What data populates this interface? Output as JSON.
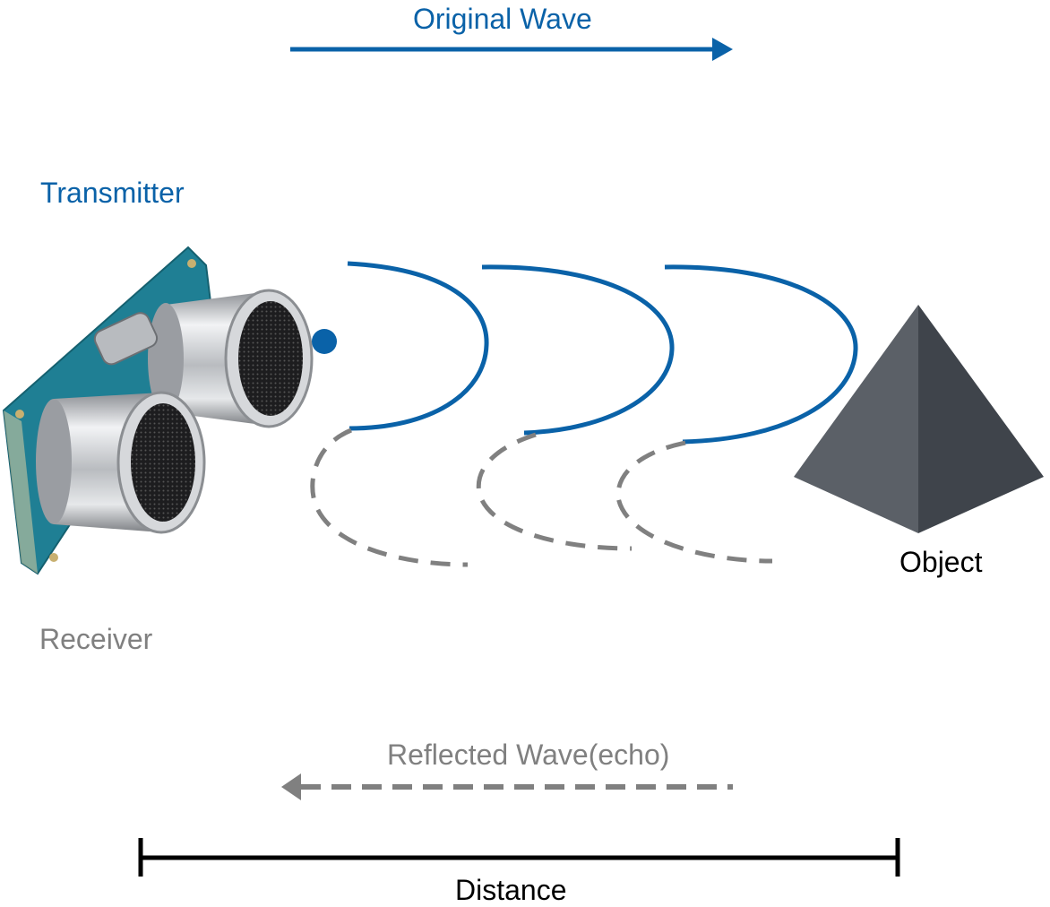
{
  "labels": {
    "original_wave": "Original Wave",
    "transmitter": "Transmitter",
    "receiver": "Receiver",
    "object": "Object",
    "reflected_wave": "Reflected Wave(echo)",
    "distance": "Distance"
  },
  "colors": {
    "blue": "#0a62a8",
    "gray": "#808080",
    "black": "#000000",
    "pyramid_left": "#5b6067",
    "pyramid_right": "#3f444b",
    "board": "#1f7f94"
  }
}
